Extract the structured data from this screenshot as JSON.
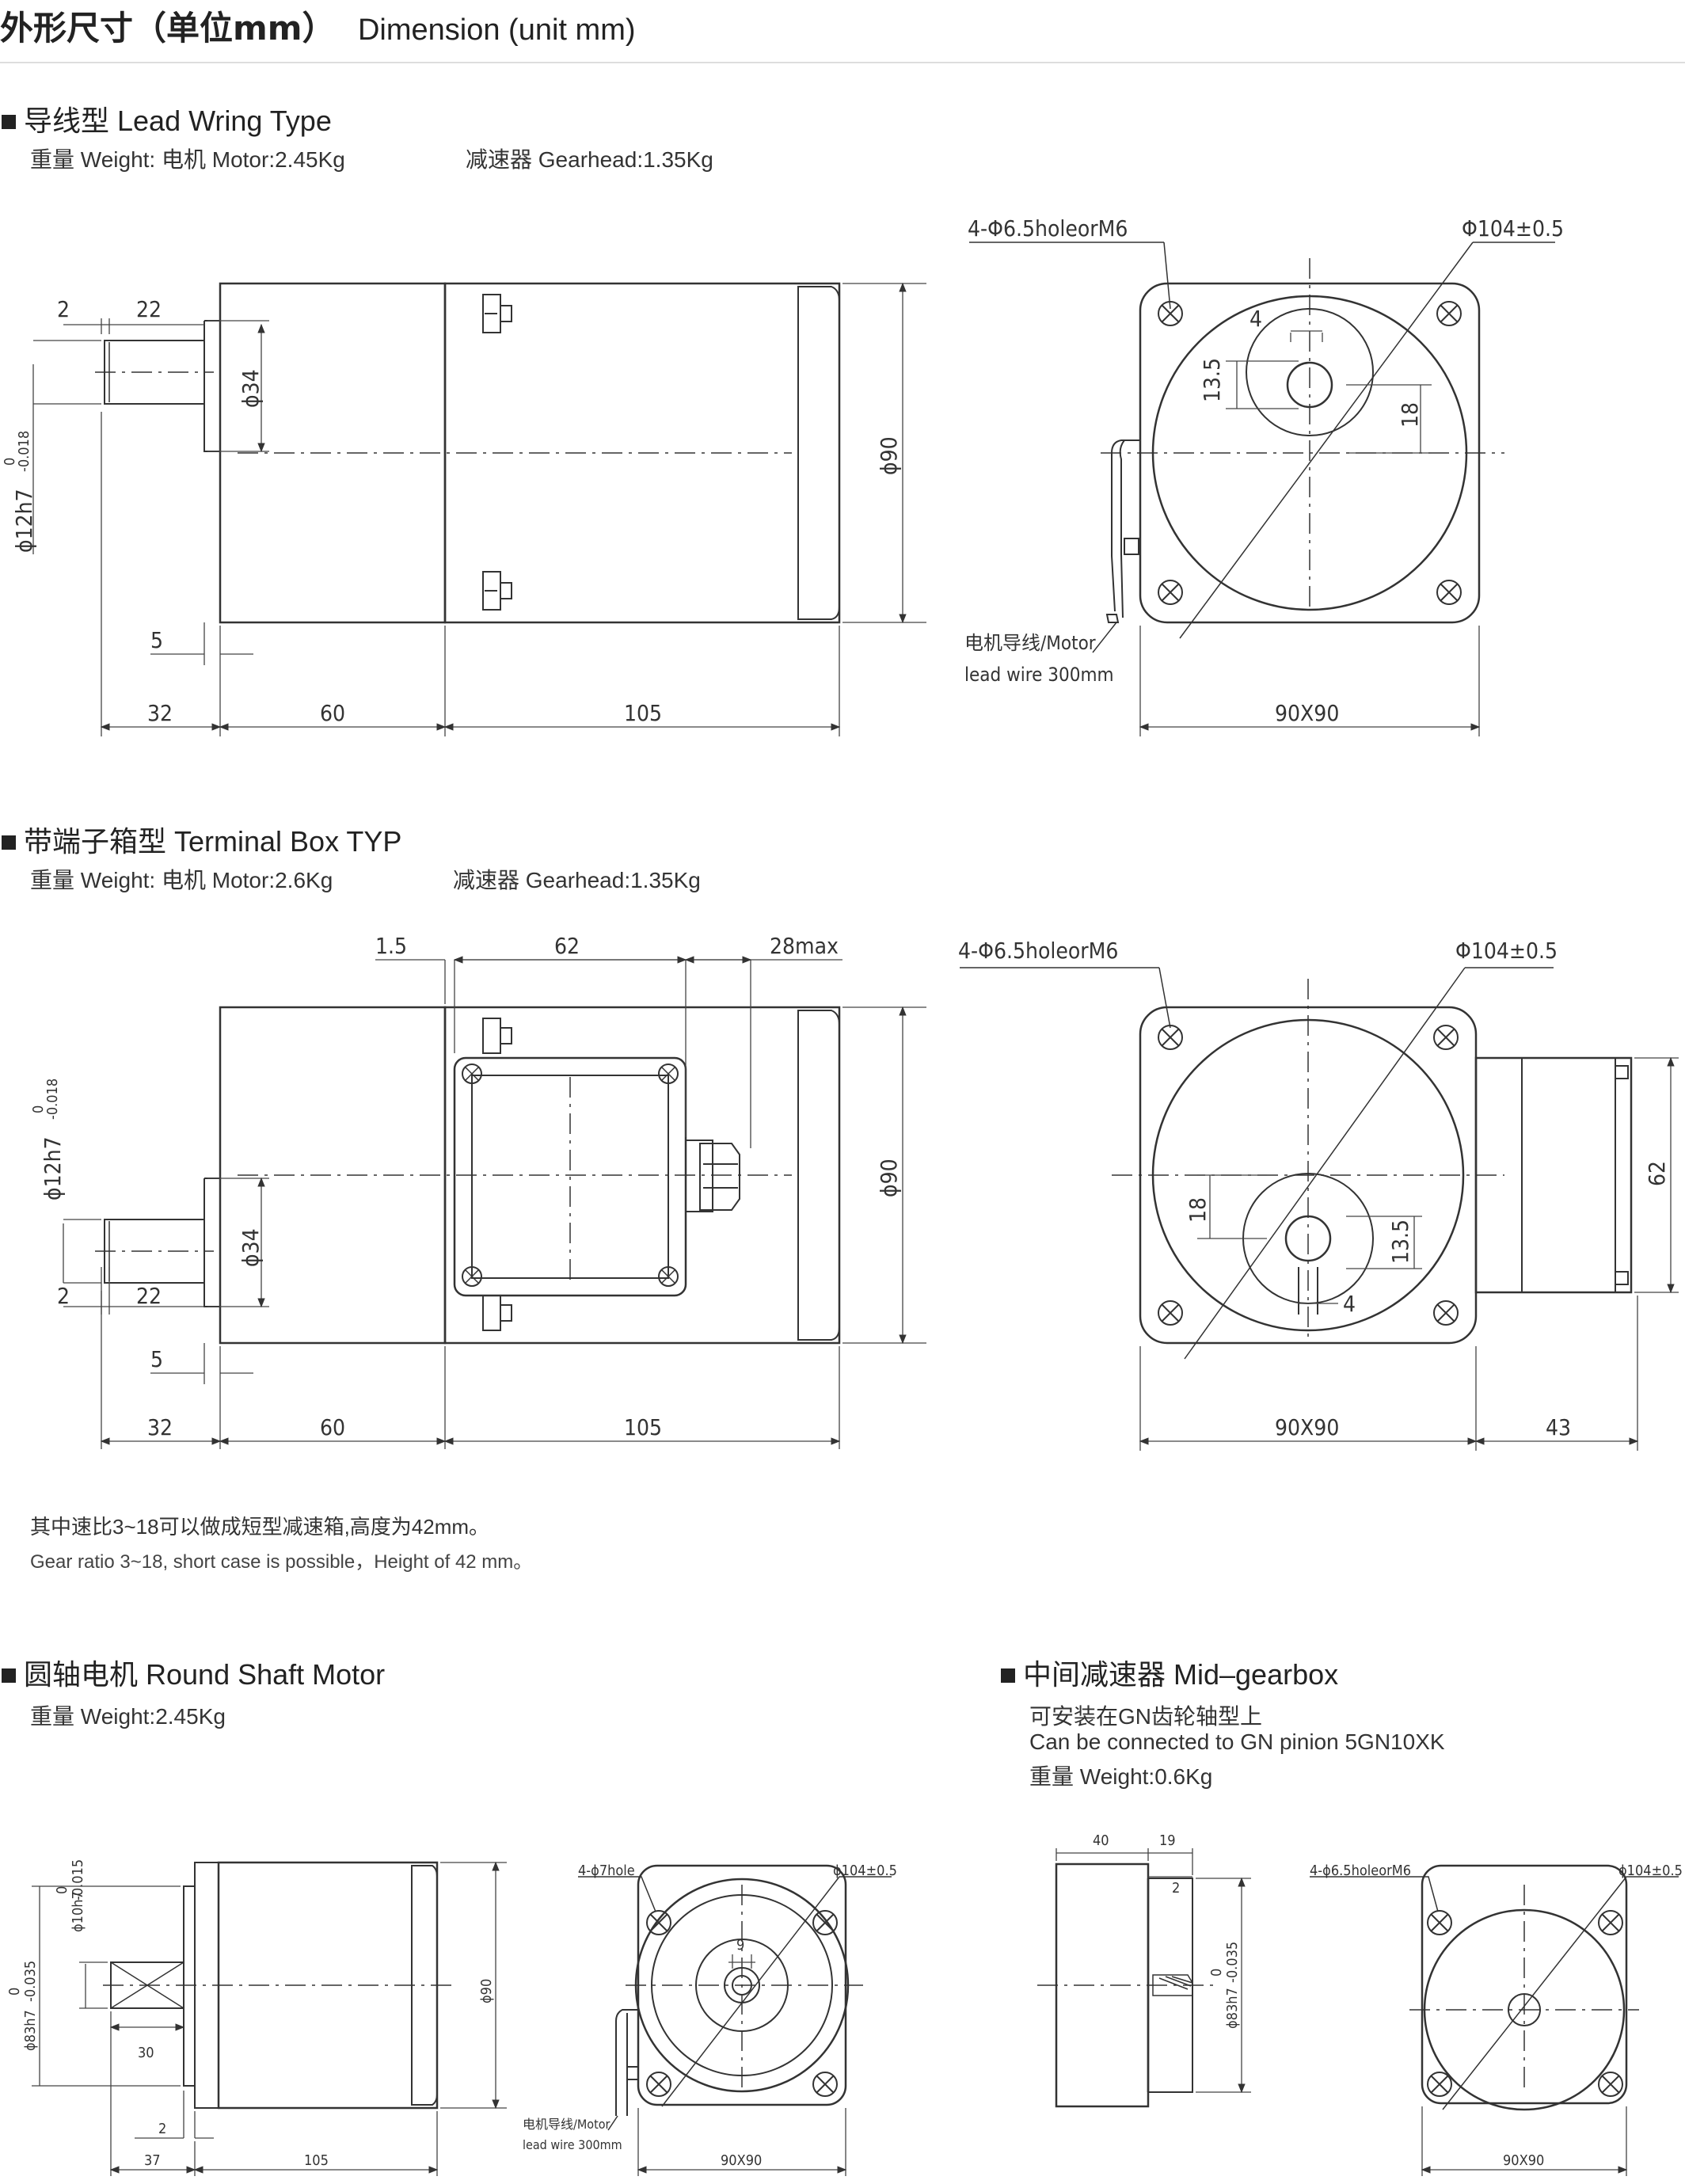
{
  "header": {
    "title_cn": "外形尺寸（单位mm）",
    "title_en": "Dimension (unit mm)"
  },
  "lead_wire": {
    "title": "导线型 Lead Wring Type",
    "weight_motor": "重量 Weight:  电机 Motor:2.45Kg",
    "weight_gearhead": "减速器 Gearhead:1.35Kg",
    "side": {
      "d_2": "2",
      "d_22": "22",
      "d_phi34": "ϕ34",
      "d_shaft": "ϕ12h7",
      "d_tol_top": "0",
      "d_tol_bot": "-0.018",
      "d_5": "5",
      "d_32": "32",
      "d_60": "60",
      "d_105": "105",
      "d_phi90": "ϕ90"
    },
    "front": {
      "holes": "4-Φ6.5holeorM6",
      "pcd": "Φ104±0.5",
      "d_4": "4",
      "d_13_5": "13.5",
      "d_18": "18",
      "wire_cn": "电机导线/Motor",
      "wire_en": "lead wire 300mm",
      "d_90x90": "90X90"
    }
  },
  "terminal_box": {
    "title": "带端子箱型 Terminal Box TYP",
    "weight_motor": "重量 Weight:  电机 Motor:2.6Kg",
    "weight_gearhead": "减速器 Gearhead:1.35Kg",
    "side": {
      "d_1_5": "1.5",
      "d_62": "62",
      "d_28max": "28max",
      "d_shaft": "ϕ12h7",
      "d_tol_top": "0",
      "d_tol_bot": "-0.018",
      "d_phi34": "ϕ34",
      "d_2": "2",
      "d_22": "22",
      "d_5": "5",
      "d_32": "32",
      "d_60": "60",
      "d_105": "105",
      "d_phi90": "ϕ90"
    },
    "front": {
      "holes": "4-Φ6.5holeorM6",
      "pcd": "Φ104±0.5",
      "d_18": "18",
      "d_13_5": "13.5",
      "d_4": "4",
      "d_62": "62",
      "d_90x90": "90X90",
      "d_43": "43"
    }
  },
  "note": {
    "cn": "其中速比3~18可以做成短型减速箱,高度为42mm。",
    "en": "Gear ratio 3~18, short case is possible，Height of 42 mm。"
  },
  "round_shaft": {
    "title": "圆轴电机 Round Shaft Motor",
    "weight": "重量 Weight:2.45Kg",
    "side": {
      "d_shaft": "ϕ10h7",
      "d_shaft_tol_top": "0",
      "d_shaft_tol_bot": "-0.015",
      "d_pilot": "ϕ83h7",
      "d_pilot_tol_top": "0",
      "d_pilot_tol_bot": "-0.035",
      "d_30": "30",
      "d_2": "2",
      "d_37": "37",
      "d_105": "105",
      "d_phi90": "ϕ90"
    },
    "front": {
      "holes": "4-ϕ7hole",
      "pcd": "ϕ104±0.5",
      "d_9": "9",
      "wire_cn": "电机导线/Motor",
      "wire_en": "lead wire 300mm",
      "d_90x90": "90X90"
    }
  },
  "mid_gearbox": {
    "title": "中间减速器 Mid–gearbox",
    "line1": "可安装在GN齿轮轴型上",
    "line2": "Can be connected to GN pinion 5GN10XK",
    "weight": "重量 Weight:0.6Kg",
    "side": {
      "d_40": "40",
      "d_19": "19",
      "d_2": "2",
      "d_pilot": "ϕ83h7",
      "d_tol_top": "0",
      "d_tol_bot": "-0.035"
    },
    "front": {
      "holes": "4-ϕ6.5holeorM6",
      "pcd": "ϕ104±0.5",
      "d_90x90": "90X90"
    }
  }
}
